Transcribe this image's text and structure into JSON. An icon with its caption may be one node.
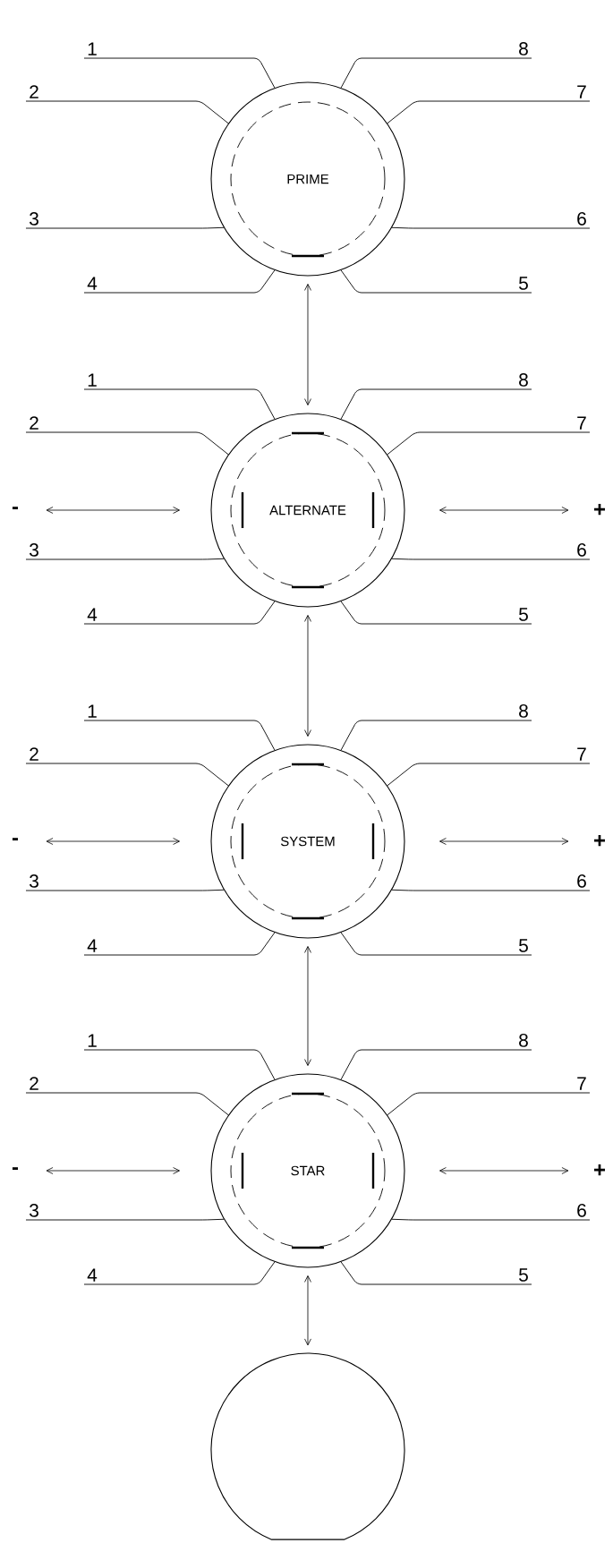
{
  "diagram": {
    "nodes": [
      {
        "text": [
          "1"
        ]
      },
      {
        "text": [
          "8"
        ]
      },
      {
        "text": [
          "2"
        ]
      },
      {
        "text": [
          "7"
        ]
      },
      {
        "text": [
          "PRIME"
        ]
      },
      {
        "text": [
          "3"
        ]
      },
      {
        "text": [
          "6"
        ]
      },
      {
        "text": [
          "4"
        ]
      },
      {
        "text": [
          "5"
        ]
      },
      {
        "text": [
          "1"
        ]
      },
      {
        "text": [
          "8"
        ]
      },
      {
        "text": [
          "2"
        ]
      },
      {
        "text": [
          "7"
        ]
      },
      {
        "text": [
          "-"
        ]
      },
      {
        "text": [
          "ALTERNATE"
        ]
      },
      {
        "text": [
          "+"
        ]
      },
      {
        "text": [
          "3"
        ]
      },
      {
        "text": [
          "6"
        ]
      },
      {
        "text": [
          "4"
        ]
      },
      {
        "text": [
          "5"
        ]
      },
      {
        "text": [
          "1"
        ]
      },
      {
        "text": [
          "8"
        ]
      },
      {
        "text": [
          "2"
        ]
      },
      {
        "text": [
          "7"
        ]
      },
      {
        "text": [
          "-"
        ]
      },
      {
        "text": [
          "SYSTEM"
        ]
      },
      {
        "text": [
          "+"
        ]
      },
      {
        "text": [
          "3"
        ]
      },
      {
        "text": [
          "6"
        ]
      },
      {
        "text": [
          "4"
        ]
      },
      {
        "text": [
          "5"
        ]
      },
      {
        "text": [
          "1"
        ]
      },
      {
        "text": [
          "8"
        ]
      },
      {
        "text": [
          "2"
        ]
      },
      {
        "text": [
          "7"
        ]
      },
      {
        "text": [
          "-"
        ]
      },
      {
        "text": [
          "STAR"
        ]
      },
      {
        "text": [
          "+"
        ]
      },
      {
        "text": [
          "3"
        ]
      },
      {
        "text": [
          "6"
        ]
      },
      {
        "text": [
          "4"
        ]
      },
      {
        "text": [
          "5"
        ]
      },
      {
        "text": [],
        "shape": "circle"
      }
    ],
    "edges": [
      {
        "from": 0,
        "to": 4,
        "arrow": "none"
      },
      {
        "from": 1,
        "to": 4,
        "arrow": "none"
      },
      {
        "from": 2,
        "to": 4,
        "arrow": "none"
      },
      {
        "from": 3,
        "to": 4,
        "arrow": "none"
      },
      {
        "from": 5,
        "to": 4,
        "arrow": "none"
      },
      {
        "from": 6,
        "to": 4,
        "arrow": "none"
      },
      {
        "from": 7,
        "to": 4,
        "arrow": "none"
      },
      {
        "from": 8,
        "to": 4,
        "arrow": "none"
      },
      {
        "from": 4,
        "to": 14,
        "arrow": "both"
      },
      {
        "from": 9,
        "to": 14,
        "arrow": "none"
      },
      {
        "from": 10,
        "to": 14,
        "arrow": "none"
      },
      {
        "from": 11,
        "to": 14,
        "arrow": "none"
      },
      {
        "from": 12,
        "to": 14,
        "arrow": "none"
      },
      {
        "from": 13,
        "to": 14,
        "arrow": "both"
      },
      {
        "from": 14,
        "to": 15,
        "arrow": "both"
      },
      {
        "from": 16,
        "to": 14,
        "arrow": "none"
      },
      {
        "from": 17,
        "to": 14,
        "arrow": "none"
      },
      {
        "from": 18,
        "to": 14,
        "arrow": "none"
      },
      {
        "from": 19,
        "to": 14,
        "arrow": "none"
      },
      {
        "from": 14,
        "to": 25,
        "arrow": "both"
      },
      {
        "from": 20,
        "to": 25,
        "arrow": "none"
      },
      {
        "from": 21,
        "to": 25,
        "arrow": "none"
      },
      {
        "from": 22,
        "to": 25,
        "arrow": "none"
      },
      {
        "from": 23,
        "to": 25,
        "arrow": "none"
      },
      {
        "from": 24,
        "to": 25,
        "arrow": "both"
      },
      {
        "from": 25,
        "to": 26,
        "arrow": "both"
      },
      {
        "from": 27,
        "to": 25,
        "arrow": "none"
      },
      {
        "from": 28,
        "to": 25,
        "arrow": "none"
      },
      {
        "from": 29,
        "to": 25,
        "arrow": "none"
      },
      {
        "from": 30,
        "to": 25,
        "arrow": "none"
      },
      {
        "from": 25,
        "to": 36,
        "arrow": "both"
      },
      {
        "from": 31,
        "to": 36,
        "arrow": "none"
      },
      {
        "from": 32,
        "to": 36,
        "arrow": "none"
      },
      {
        "from": 33,
        "to": 36,
        "arrow": "none"
      },
      {
        "from": 34,
        "to": 36,
        "arrow": "none"
      },
      {
        "from": 35,
        "to": 36,
        "arrow": "both"
      },
      {
        "from": 36,
        "to": 37,
        "arrow": "both"
      },
      {
        "from": 38,
        "to": 36,
        "arrow": "none"
      },
      {
        "from": 39,
        "to": 36,
        "arrow": "none"
      },
      {
        "from": 40,
        "to": 36,
        "arrow": "none"
      },
      {
        "from": 41,
        "to": 36,
        "arrow": "none"
      },
      {
        "from": 36,
        "to": 42,
        "arrow": "both"
      }
    ]
  }
}
